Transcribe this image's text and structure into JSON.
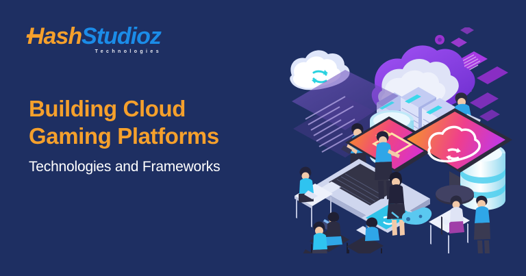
{
  "background_color": "#1e2f62",
  "brand": {
    "logo_hash": "Hash",
    "logo_studioz": "Studioz",
    "logo_tagline": "Technologies",
    "orange": "#f5a02c",
    "blue": "#1b8ce8"
  },
  "hero": {
    "title_line1": "Building Cloud",
    "title_line2": "Gaming Platforms",
    "subtitle": "Technologies and Frameworks",
    "title_color": "#f5a02c",
    "subtitle_color": "#ffffff"
  },
  "illustration": {
    "name": "cloud-gaming-isometric-illustration",
    "elements": [
      "sync-cloud-icon",
      "code-panel",
      "server-cloud",
      "database-cylinder-left",
      "database-cylinder-right",
      "laptop",
      "monitor-cloud-sync",
      "smartphone",
      "game-controller",
      "people-figures",
      "desk-workstations",
      "floating-app-icons"
    ],
    "accent_colors": {
      "cloud_purple": "#8a3ffb",
      "cloud_white": "#dfe3f7",
      "cyan": "#2ad2e0",
      "screen_orange": "#f7941d",
      "screen_magenta": "#ec2fae",
      "panel_purple": "#6b4fb8"
    }
  }
}
